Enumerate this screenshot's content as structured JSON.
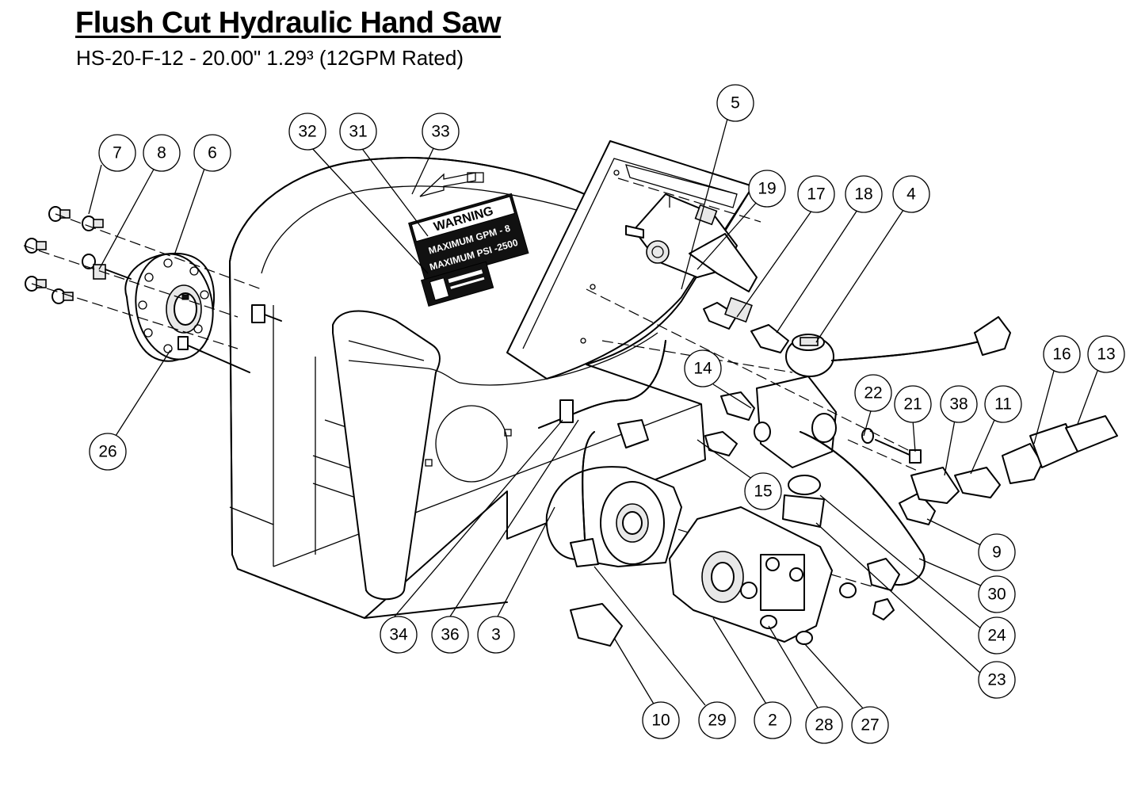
{
  "title": "Flush Cut Hydraulic Hand Saw",
  "subtitle": "HS-20-F-12  - 20.00\" 1.29³ (12GPM Rated)",
  "warning_label": {
    "heading": "WARNING",
    "line1": "MAXIMUM GPM - 8",
    "line2": "MAXIMUM PSI -2500"
  },
  "callouts": [
    "2",
    "3",
    "4",
    "5",
    "6",
    "7",
    "8",
    "9",
    "10",
    "11",
    "13",
    "14",
    "15",
    "16",
    "17",
    "18",
    "19",
    "21",
    "22",
    "23",
    "24",
    "26",
    "27",
    "28",
    "29",
    "30",
    "31",
    "32",
    "33",
    "34",
    "36",
    "38"
  ]
}
